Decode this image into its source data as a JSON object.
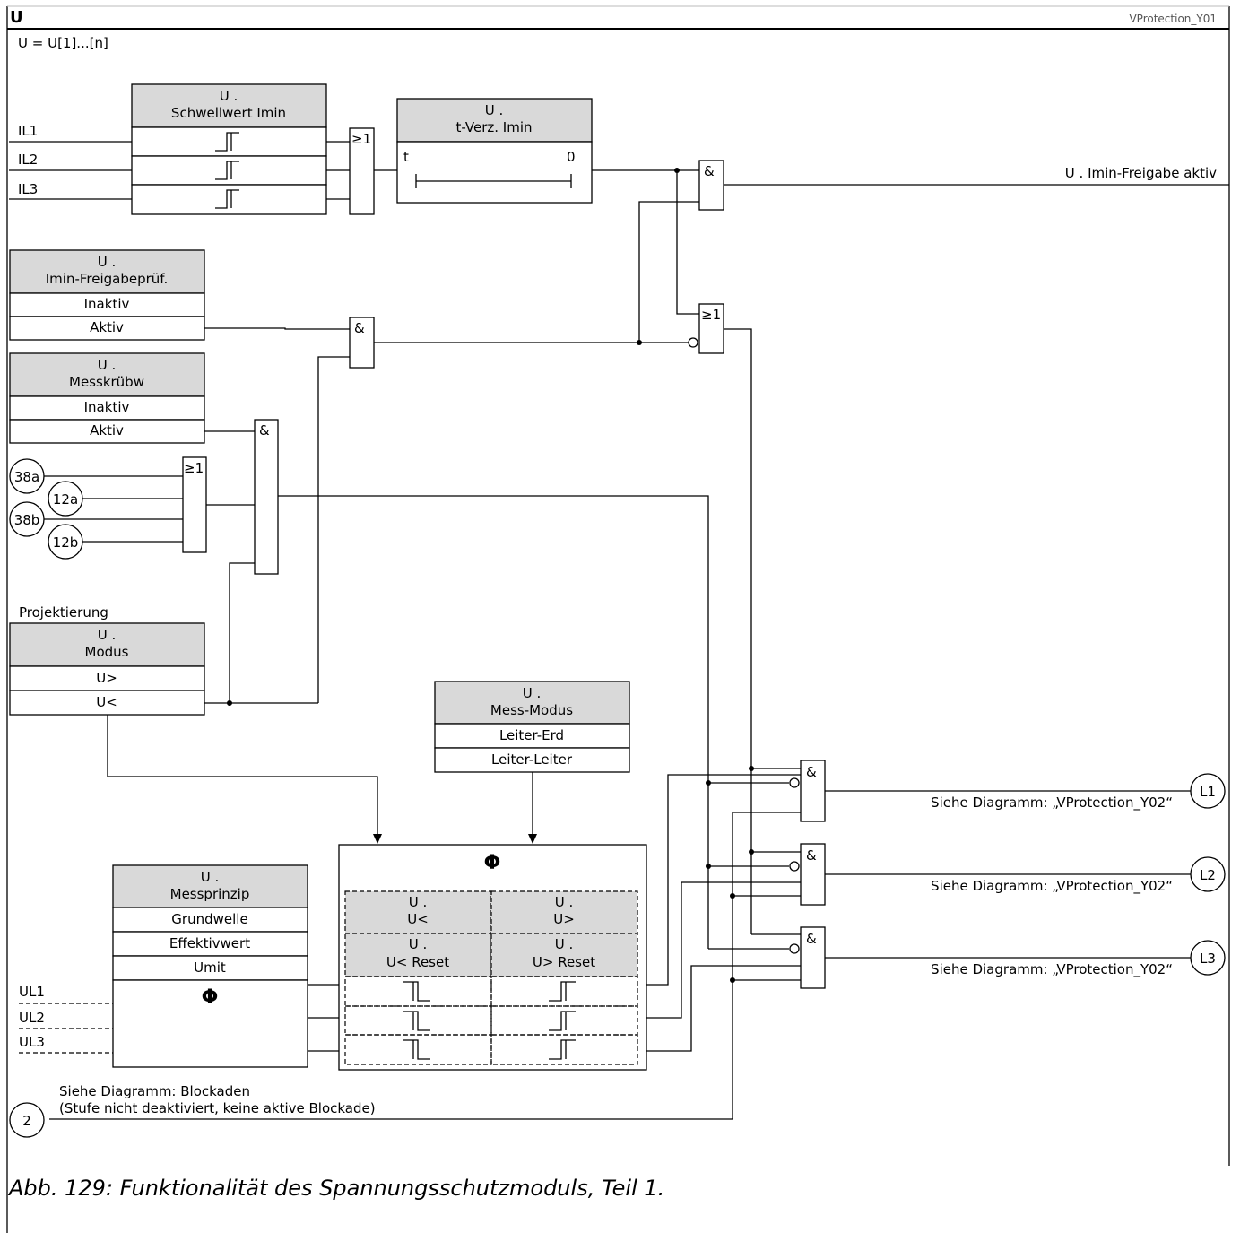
{
  "header": {
    "title": "U",
    "diagram_id": "VProtection_Y01",
    "subtitle": "U = U[1]...[n]"
  },
  "inputs": {
    "il1": "IL1",
    "il2": "IL2",
    "il3": "IL3",
    "ul1": "UL1",
    "ul2": "UL2",
    "ul3": "UL3"
  },
  "schwellwert": {
    "l1": "U .",
    "l2": "Schwellwert Imin"
  },
  "tverz": {
    "l1": "U .",
    "l2": "t-Verz. Imin",
    "t": "t",
    "zero": "0"
  },
  "freigabe_output": "U . Imin-Freigabe aktiv",
  "freigabepruef": {
    "l1": "U .",
    "l2": "Imin-Freigabeprüf.",
    "opt1": "Inaktiv",
    "opt2": "Aktiv"
  },
  "messkrubw": {
    "l1": "U .",
    "l2": "Messkrübw",
    "opt1": "Inaktiv",
    "opt2": "Aktiv"
  },
  "connectors": {
    "c38a": "38a",
    "c12a": "12a",
    "c38b": "38b",
    "c12b": "12b",
    "c2": "2"
  },
  "projektierung": "Projektierung",
  "modus": {
    "l1": "U .",
    "l2": "Modus",
    "opt1": "U>",
    "opt2": "U<"
  },
  "messmodus": {
    "l1": "U .",
    "l2": "Mess-Modus",
    "opt1": "Leiter-Erd",
    "opt2": "Leiter-Leiter"
  },
  "messprinzip": {
    "l1": "U .",
    "l2": "Messprinzip",
    "opt1": "Grundwelle",
    "opt2": "Effektivwert",
    "opt3": "Umit"
  },
  "phi": "Φ",
  "phi_table": {
    "h1a": "U .",
    "h1b": "U<",
    "h2a": "U .",
    "h2b": "U>",
    "h3a": "U .",
    "h3b": "U< Reset",
    "h4a": "U .",
    "h4b": "U> Reset"
  },
  "gates": {
    "or": "≥1",
    "and": "&"
  },
  "outputs": {
    "l1": "L1",
    "l2": "L2",
    "l3": "L3",
    "see1": "Siehe Diagramm:  „VProtection_Y02“",
    "see2": "Siehe Diagramm:  „VProtection_Y02“",
    "see3": "Siehe Diagramm:  „VProtection_Y02“"
  },
  "blockaden": {
    "line1": "Siehe Diagramm:  Blockaden",
    "line2": "(Stufe nicht deaktiviert, keine aktive Blockade)"
  },
  "caption": "Abb. 129:  Funktionalität des Spannungsschutzmoduls, Teil 1."
}
